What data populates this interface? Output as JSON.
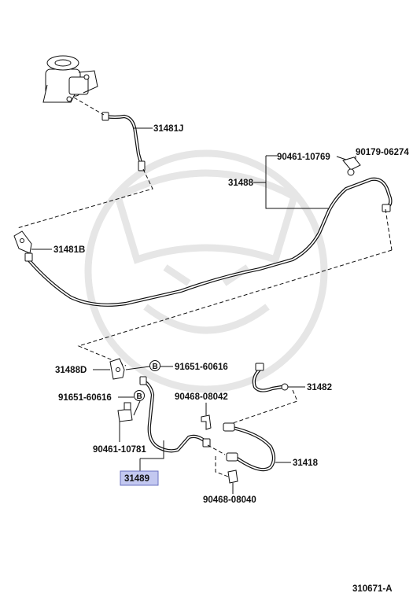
{
  "labels": {
    "p31481J": "31481J",
    "p31481B": "31481B",
    "p31488": "31488",
    "p90461_10769": "90461-10769",
    "p90179_06274": "90179-06274",
    "p31488D": "31488D",
    "p91651_60616_a": "91651-60616",
    "p91651_60616_b": "91651-60616",
    "p31482": "31482",
    "p90468_08042": "90468-08042",
    "p90461_10781": "90461-10781",
    "p31418": "31418",
    "p31489": "31489",
    "p90468_08040": "90468-08040",
    "bolt_marker_1": "B",
    "bolt_marker_2": "B",
    "diagram_code": "310671-A"
  },
  "colors": {
    "highlight": "#c3c8f0",
    "line": "#111111",
    "watermark": "#e6e6e6"
  }
}
